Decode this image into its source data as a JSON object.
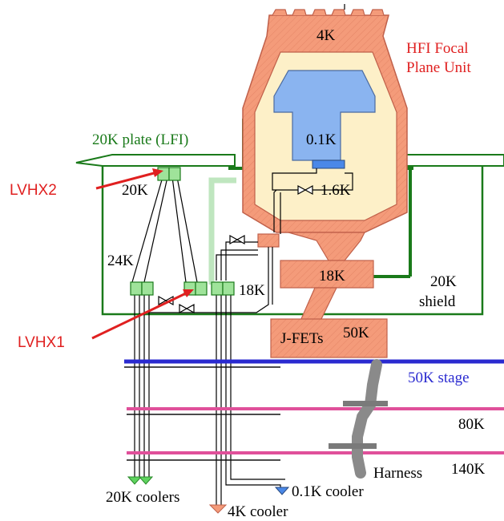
{
  "labels": {
    "hfi_title_1": "HFI Focal",
    "hfi_title_2": "Plane Unit",
    "k4_top": "4K",
    "k01": "0.1K",
    "k16": "1.6K",
    "plate_lfi": "20K plate (LFI)",
    "lvhx2": "LVHX2",
    "lvhx1": "LVHX1",
    "k20_left": "20K",
    "k24": "24K",
    "k18_small": "18K",
    "k18_box": "18K",
    "shield_1": "20K",
    "shield_2": "shield",
    "jfets": "J-FETs",
    "k50": "50K",
    "stage50": "50K stage",
    "k80": "80K",
    "k140": "140K",
    "harness": "Harness",
    "coolers20": "20K coolers",
    "cooler4": "4K cooler",
    "cooler01": "0.1K cooler"
  },
  "colors": {
    "salmon": "#f49b7a",
    "salmon_dark": "#c0604a",
    "cream": "#fdf0c8",
    "blue_inner": "#8ab4f0",
    "green_line": "#1a7a1a",
    "green_box": "#9fe39a",
    "light_green": "#bfe6bf",
    "red_arrow": "#e02020",
    "blue_stage": "#2a2ad0",
    "pink_stage": "#e0509a",
    "harness_gray": "#8a8a8a"
  }
}
